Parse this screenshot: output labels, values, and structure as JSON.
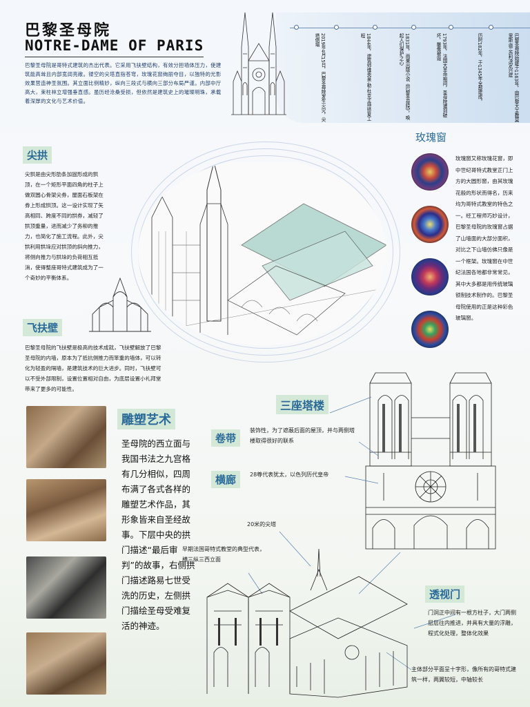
{
  "header": {
    "title_cn": "巴黎圣母院",
    "title_en": "NOTRE-DAME OF PARIS",
    "intro": "巴黎圣母院是哥特式建筑的杰出代表。它采用飞扶壁结构，有效分担墙体压力，使建筑能高耸且内部宽阔亮敞。镂空的尖塔直指苍穹，玫瑰花窗绚丽夺目，以独特的光影效果营造神圣氛围。其立面比例精妙，纵向三段式与横向三部分布局严谨。内部中厅高大，束柱林立增强垂直感。虽历经沧桑受损，但依然是建筑史上的璀璨明珠，承载着深厚的文化与艺术价值。"
  },
  "timeline": [
    "巴黎圣母院始建于1163年，由巴黎大主教莫里斯·德·苏利决定兴建",
    "历时182年，于1345年全部建成。",
    "1793年，法国大革命期间，圣母院遭到破坏，雕像被毁",
    "1831年，雨果出版小说《巴黎圣母院》，唤起人们保护之心",
    "1844年，建筑师维奥莱-勒-杜克主持修复工程",
    "2019年4月15日，巴黎圣母院发生火灾，尖塔倒塌"
  ],
  "sections": {
    "pointed_arch": {
      "heading": "尖拱",
      "body": "尖拱是由尖形肋条加固形成的拱顶，在一个矩形平面四角的柱子上做双圆心骨架尖券，屋面石板架在券上形成拱顶。这一设计实现了矢高相同、跨度不同的拱券，减轻了拱顶重量，进而减少了务柳的推力，也简化了施工流程。此外，尖拱利用拱垛应对拱顶的斜向推力，将侧向推力与拱垛的负荷相互抵消，使得整座哥特式建筑成为了一个奇妙的平衡体系。"
    },
    "flying_buttress": {
      "heading": "飞扶壁",
      "body": "巴黎圣母院的飞扶壁是极高的技术成就，飞扶壁解放了巴黎圣母院的内墙，原本为了抵抗侧推力而笨重的墙体，可以转化为轻盈的隔墙，是建筑技术的巨大进步。同时，飞扶壁可以不受外部限制，设置位置相对自由，为底层设置小礼拜堂带来了更多的可能性。"
    },
    "rose_window": {
      "heading": "玫瑰窗",
      "body": "玫瑰窗又称玫瑰花窗，即中世纪哥特式教堂正门上方的大圆形窗，由其玫瑰花般的形状而得名，历来均为哥特式教堂的特色之一。经工程师巧妙设计，巴黎圣母院的玫瑰窗占据了山墙面的大部分面积，对比之下山墙仿佛只像是一个框架。玫瑰窗在中世纪法国各地都非常常见，其中大多都是用传统玻璃锁制技术制作的。巴黎圣母院使用的正是这种彩色玻璃窗。"
    },
    "sculpture": {
      "heading": "雕塑艺术",
      "body": "圣母院的西立面与我国书法之九宫格有几分相似，四周布满了各式各样的雕塑艺术作品，其形象皆来自圣经故事。下层中央的拱门描述“最后审判”的故事，右侧拱门描述路易七世受洗的历史，左侧拱门描绘圣母受难复活的神迹。"
    },
    "three_towers": {
      "heading": "三座塔楼"
    },
    "scroll": {
      "heading": "卷带",
      "body": "装饰性，为了遮蔽后面的屋顶，并与两侧塔楼取得很好的联系"
    },
    "gallery": {
      "heading": "横廊",
      "body": "28尊代表犹太，以色列历代皇帝"
    },
    "portal": {
      "heading": "透视门",
      "body": "门洞正中间有一根方柱子，大门两侧层层往内推进，并具有大量的浮雕，程式化处理，整体化效果"
    }
  },
  "annotations": {
    "spire": "20米的尖塔",
    "early_gothic": "早期法国哥特式教堂的典型代表，横三纵三西立面",
    "plan": "主体部分平面呈十字形，像所有的哥特式建筑一样，两翼较短，中轴较长"
  },
  "colors": {
    "heading_bg": "#d4e8d8",
    "heading_text": "#2a6a98",
    "intro_text": "#1f3d6e",
    "timeline": "#4e6f9a"
  }
}
